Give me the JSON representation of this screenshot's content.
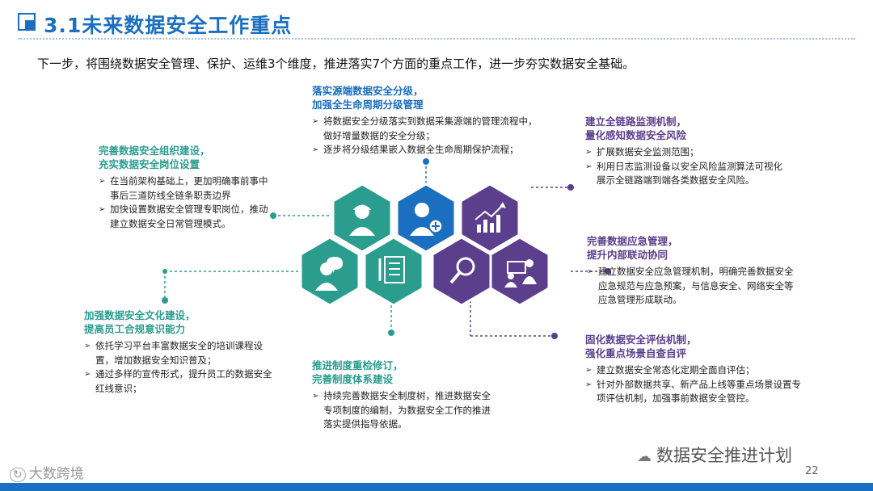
{
  "header": {
    "title": "3.1未来数据安全工作重点",
    "subtitle": "下一步，将围绕数据安全管理、保护、运维3个维度，推进落实7个方面的重点工作，进一步夯实数据安全基础。"
  },
  "blocks": {
    "top": {
      "title_line1": "落实源端数据安全分级，",
      "title_line2": "加强全生命周期分级管理",
      "bullets": [
        "将数据安全分级落实到数据采集源端的管理流程中，做好增量数据的安全分级；",
        "逐步将分级结果嵌入数据全生命周期保护流程；"
      ]
    },
    "left_top": {
      "title_line1": "完善数据安全组织建设，",
      "title_line2": "充实数据安全岗位设置",
      "bullets": [
        "在当前架构基础上，更加明确事前事中事后三道防线全链条职责边界",
        "加快设置数据安全管理专职岗位，推动建立数据安全日常管理模式。"
      ]
    },
    "left_bottom": {
      "title_line1": "加强数据安全文化建设，",
      "title_line2": "提高员工合规意识能力",
      "bullets": [
        "依托学习平台丰富数据安全的培训课程设置，增加数据安全知识普及；",
        "通过多样的宣传形式，提升员工的数据安全红线意识；"
      ]
    },
    "bottom": {
      "title_line1": "推进制度重检修订，",
      "title_line2": "完善制度体系建设",
      "bullets": [
        "持续完善数据安全制度树，推进数据安全专项制度的编制，为数据安全工作的推进落实提供指导依据。"
      ]
    },
    "right_top": {
      "title_line1": "建立全链路监测机制，",
      "title_line2": "量化感知数据安全风险",
      "bullets": [
        "扩展数据安全监测范围；",
        "利用日志监测设备以安全风险监测算法可视化展示全链路端到端各类数据安全风险。"
      ]
    },
    "right_middle": {
      "title_line1": "完善数据应急管理，",
      "title_line2": "提升内部联动协同",
      "bullets": [
        "建立数据安全应急管理机制，明确完善数据安全应急规范与应急预案，与信息安全、网络安全等应急管理形成联动。"
      ]
    },
    "right_bottom": {
      "title_line1": "固化数据安全评估机制，",
      "title_line2": "强化重点场景自查自评",
      "bullets": [
        "建立数据安全常态化定期全面自评估；",
        "针对外部数据共享、新产品上线等重点场景设置专项评估机制，加强事前数据安全管控。"
      ]
    }
  },
  "footer": {
    "left_logo_text": "大数跨境",
    "right_logo_text": "数据安全推进计划",
    "page_number": "22"
  },
  "colors": {
    "blue": "#1b6fc0",
    "teal": "#2a9d8f",
    "purple": "#5b3e8c"
  }
}
